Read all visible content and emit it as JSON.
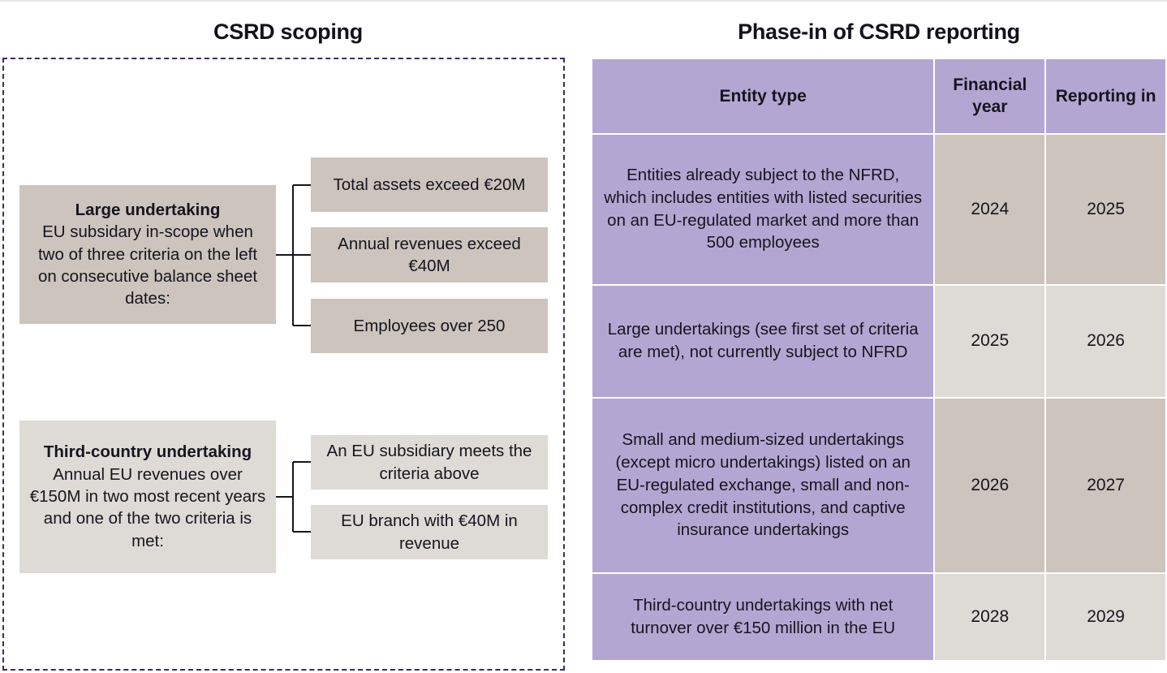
{
  "colors": {
    "lavender": "#b4a6d2",
    "taupe": "#ccc4bd",
    "pale_gray": "#dedbd6",
    "dashed_border": "#3e2c60",
    "text": "#15151f"
  },
  "left_panel": {
    "title": "CSRD scoping",
    "groups": [
      {
        "id": "large-undertaking",
        "parent": {
          "heading": "Large undertaking",
          "body": "EU subsidary in-scope when two of three criteria on the left on consecutive balance sheet dates:"
        },
        "criteria": [
          "Total assets exceed €20M",
          "Annual revenues exceed €40M",
          "Employees over 250"
        ]
      },
      {
        "id": "third-country-undertaking",
        "parent": {
          "heading": "Third-country undertaking",
          "body": "Annual EU revenues over €150M in two most recent years and one of the two criteria is met:"
        },
        "criteria": [
          "An EU subsidiary meets the criteria above",
          "EU branch with €40M in revenue"
        ]
      }
    ]
  },
  "right_panel": {
    "title": "Phase-in of CSRD reporting",
    "table": {
      "headers": [
        "Entity type",
        "Financial year",
        "Reporting in"
      ],
      "rows": [
        {
          "entity": "Entities already subject to the NFRD, which includes entities with listed securities on an EU-regulated market and more than 500 employees",
          "financial_year": "2024",
          "reporting_in": "2025"
        },
        {
          "entity": "Large undertakings (see first set of criteria are met), not currently subject to NFRD",
          "financial_year": "2025",
          "reporting_in": "2026"
        },
        {
          "entity": "Small and medium-sized undertakings (except micro undertakings) listed on an EU-regulated exchange, small and non-complex credit institutions, and captive insurance undertakings",
          "financial_year": "2026",
          "reporting_in": "2027"
        },
        {
          "entity": "Third-country undertakings with net turnover over €150 million in the EU",
          "financial_year": "2028",
          "reporting_in": "2029"
        }
      ]
    }
  }
}
